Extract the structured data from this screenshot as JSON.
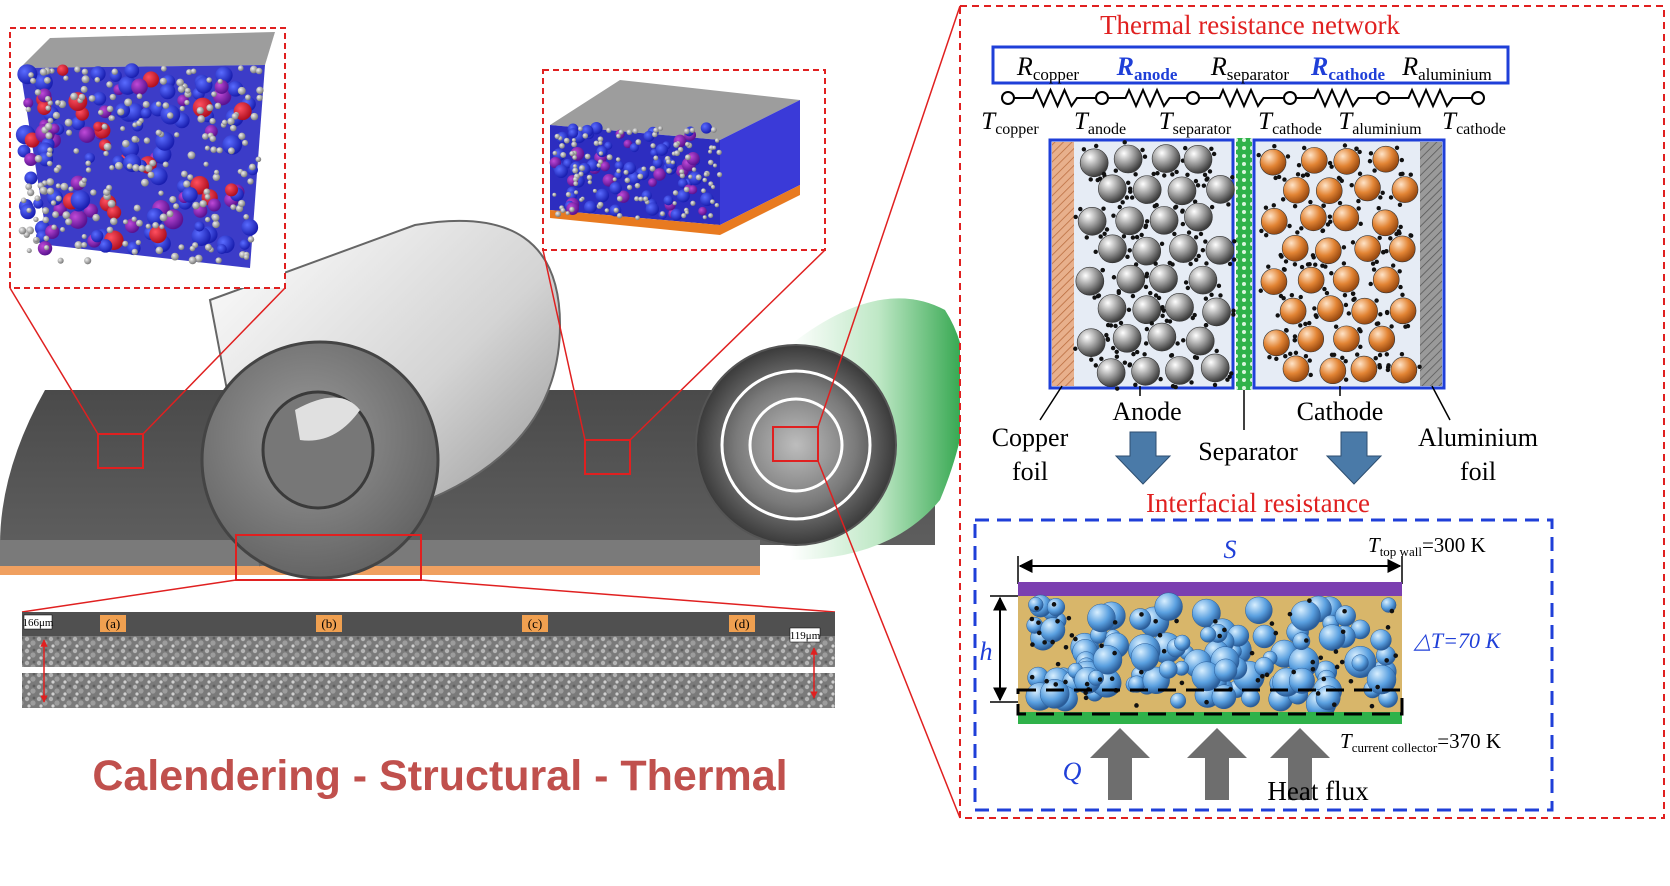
{
  "colors": {
    "accent_red": "#e02020",
    "title_brown": "#c0504d",
    "blue": "#1f3fd8",
    "anode_gray": "#8c8c8c",
    "cathode_orange": "#e07a2a",
    "separator_green": "#2fb24a",
    "sheet_gray": "#555555",
    "foil_orange": "#f0a060",
    "arrow_blue": "#4a7aa8",
    "particle_blue": "#5aa0e0",
    "heat_gray": "#6e6e6e",
    "top_wall_purple": "#7b3fb0"
  },
  "network": {
    "title": "Thermal resistance network",
    "resistors": [
      {
        "base": "R",
        "sub": "copper",
        "highlight": false
      },
      {
        "base": "R",
        "sub": "anode",
        "highlight": true
      },
      {
        "base": "R",
        "sub": "separator",
        "highlight": false
      },
      {
        "base": "R",
        "sub": "cathode",
        "highlight": true
      },
      {
        "base": "R",
        "sub": "aluminium",
        "highlight": false
      }
    ],
    "temperatures": [
      {
        "base": "T",
        "sub": "copper"
      },
      {
        "base": "T",
        "sub": "anode"
      },
      {
        "base": "T",
        "sub": "separator"
      },
      {
        "base": "T",
        "sub": "cathode"
      },
      {
        "base": "T",
        "sub": "aluminium"
      },
      {
        "base": "T",
        "sub": "cathode"
      }
    ]
  },
  "cell_labels": {
    "copper_foil_1": "Copper",
    "copper_foil_2": "foil",
    "anode": "Anode",
    "separator": "Separator",
    "cathode": "Cathode",
    "aluminium_foil_1": "Aluminium",
    "aluminium_foil_2": "foil"
  },
  "interfacial": {
    "title": "Interfacial resistance",
    "s_label": "S",
    "h_label": "h",
    "q_label": "Q",
    "top_wall_base": "T",
    "top_wall_sub": "top wall",
    "top_wall_value": "=300 K",
    "delta_t": "△T=70 K",
    "collector_base": "T",
    "collector_sub": "current collector",
    "collector_value": "=370 K",
    "heat_flux": "Heat flux"
  },
  "micrograph": {
    "markers": [
      "(a)",
      "(b)",
      "(c)",
      "(d)"
    ],
    "left_thickness": "166μm",
    "right_thickness": "119μm"
  },
  "bottom_title": "Calendering - Structural - Thermal"
}
